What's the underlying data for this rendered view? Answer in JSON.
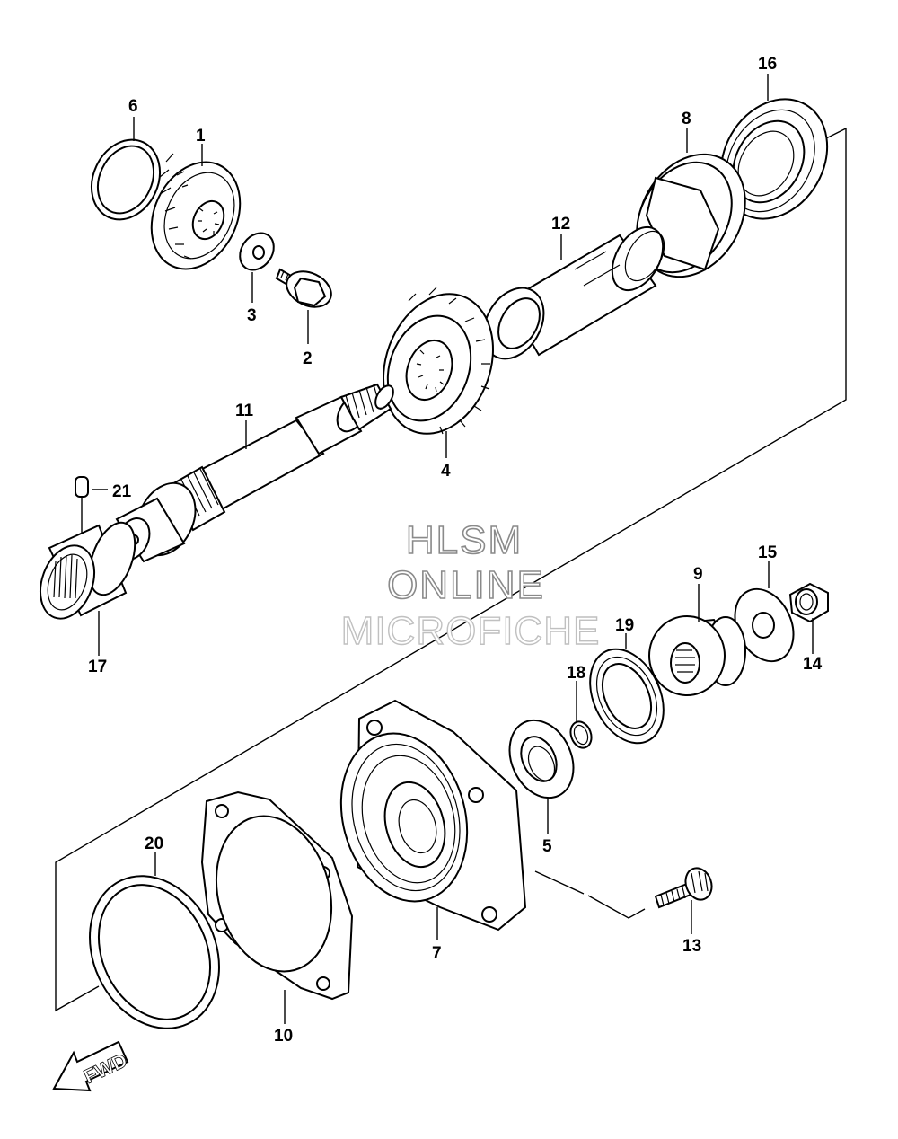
{
  "watermark": {
    "line1": "HLSM",
    "line2": "ONLINE",
    "line3": "MICROFICHE"
  },
  "direction_label": "FWD",
  "callouts": [
    {
      "id": "c1",
      "label": "1"
    },
    {
      "id": "c2",
      "label": "2"
    },
    {
      "id": "c3",
      "label": "3"
    },
    {
      "id": "c4",
      "label": "4"
    },
    {
      "id": "c5",
      "label": "5"
    },
    {
      "id": "c6",
      "label": "6"
    },
    {
      "id": "c7",
      "label": "7"
    },
    {
      "id": "c8",
      "label": "8"
    },
    {
      "id": "c9",
      "label": "9"
    },
    {
      "id": "c10",
      "label": "10"
    },
    {
      "id": "c11",
      "label": "11"
    },
    {
      "id": "c12",
      "label": "12"
    },
    {
      "id": "c13",
      "label": "13"
    },
    {
      "id": "c14",
      "label": "14"
    },
    {
      "id": "c15",
      "label": "15"
    },
    {
      "id": "c16",
      "label": "16"
    },
    {
      "id": "c17",
      "label": "17"
    },
    {
      "id": "c18",
      "label": "18"
    },
    {
      "id": "c19",
      "label": "19"
    },
    {
      "id": "c20",
      "label": "20"
    },
    {
      "id": "c21",
      "label": "21"
    }
  ]
}
